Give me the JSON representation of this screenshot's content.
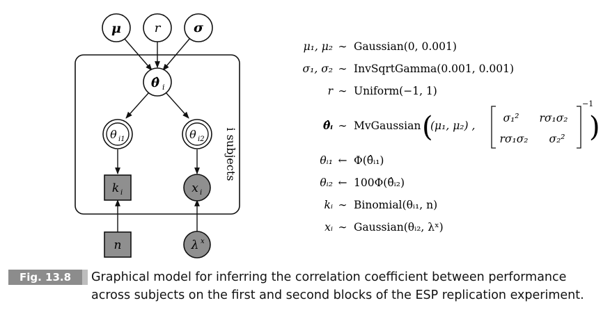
{
  "diagram": {
    "nodes": {
      "mu": "μ",
      "r": "r",
      "sigma": "σ",
      "theta_hat": "θ̂",
      "theta_hat_sub": "i",
      "theta1": "θ",
      "theta1_sub": "i1",
      "theta2": "θ",
      "theta2_sub": "i2",
      "k": "k",
      "k_sub": "i",
      "x": "x",
      "x_sub": "i",
      "n": "n",
      "lambda": "λ",
      "lambda_sup": "x"
    },
    "plate_label": "i subjects"
  },
  "equations": [
    {
      "lhs": "μ₁, μ₂",
      "op": "∼",
      "rhs": "Gaussian(0, 0.001)"
    },
    {
      "lhs": "σ₁, σ₂",
      "op": "∼",
      "rhs": "InvSqrtGamma(0.001, 0.001)"
    },
    {
      "lhs": "r",
      "op": "∼",
      "rhs": "Uniform(−1, 1)"
    },
    {
      "lhs": "θ̂ᵢ",
      "op": "∼",
      "rhs_prefix": "MvGaussian",
      "rhs_mean": "(μ₁, μ₂) ,",
      "matrix": [
        [
          "σ₁²",
          "rσ₁σ₂"
        ],
        [
          "rσ₁σ₂",
          "σ₂²"
        ]
      ],
      "exponent": "−1"
    },
    {
      "lhs": "θᵢ₁",
      "op": "←",
      "rhs": "Φ(θ̂ᵢ₁)"
    },
    {
      "lhs": "θᵢ₂",
      "op": "←",
      "rhs": "100Φ(θ̂ᵢ₂)"
    },
    {
      "lhs": "kᵢ",
      "op": "∼",
      "rhs": "Binomial(θᵢ₁, n)"
    },
    {
      "lhs": "xᵢ",
      "op": "∼",
      "rhs": "Gaussian(θᵢ₂, λˣ)"
    }
  ],
  "caption": {
    "tag": "Fig. 13.8",
    "text": "Graphical model for inferring the correlation coefficient between performance across subjects on the first and second blocks of the ESP replication experiment."
  },
  "colors": {
    "observed_fill": "#8f8f8f",
    "stroke": "#111111",
    "tag_bg": "#8c8c8c"
  }
}
